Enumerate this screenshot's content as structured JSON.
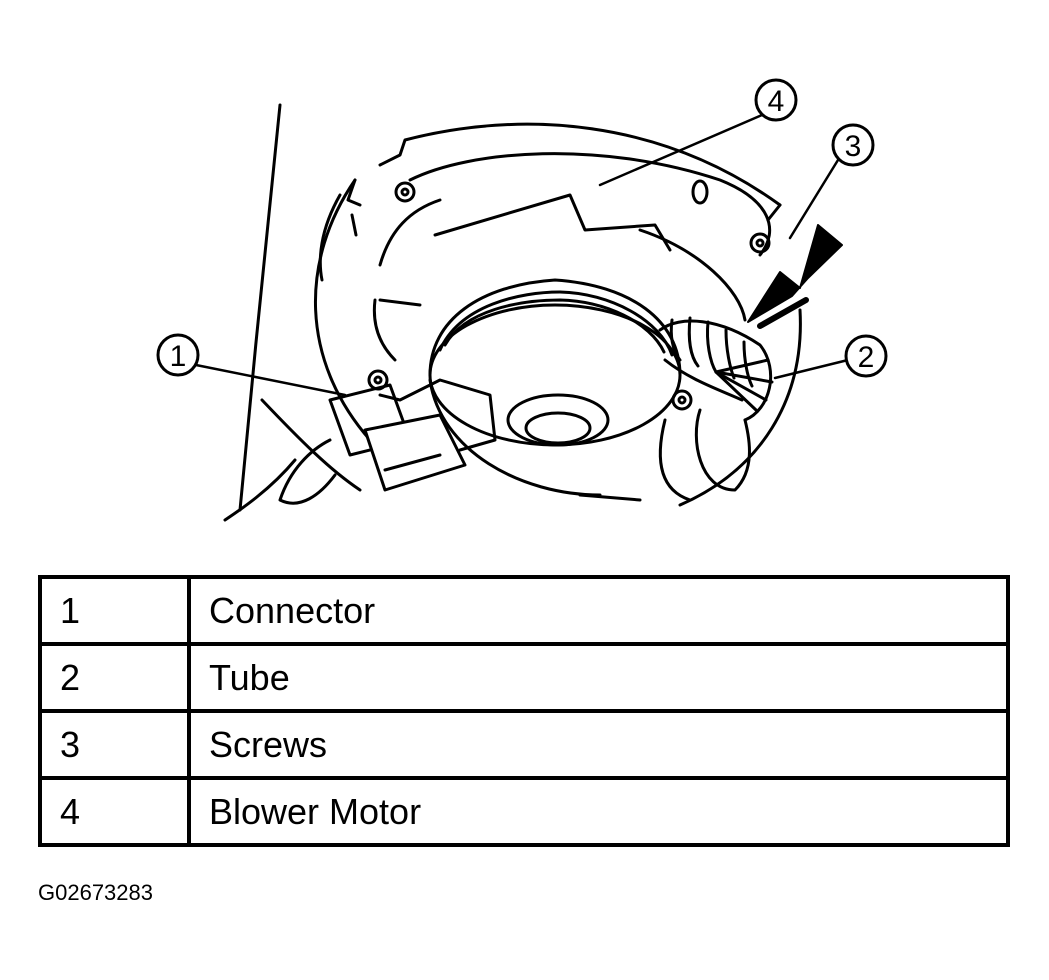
{
  "callouts": [
    {
      "id": "callout-1",
      "label": "1"
    },
    {
      "id": "callout-2",
      "label": "2"
    },
    {
      "id": "callout-3",
      "label": "3"
    },
    {
      "id": "callout-4",
      "label": "4"
    }
  ],
  "legend": {
    "rows": [
      {
        "number": "1",
        "description": "Connector"
      },
      {
        "number": "2",
        "description": "Tube"
      },
      {
        "number": "3",
        "description": "Screws"
      },
      {
        "number": "4",
        "description": "Blower Motor"
      }
    ]
  },
  "figure_id": "G02673283"
}
